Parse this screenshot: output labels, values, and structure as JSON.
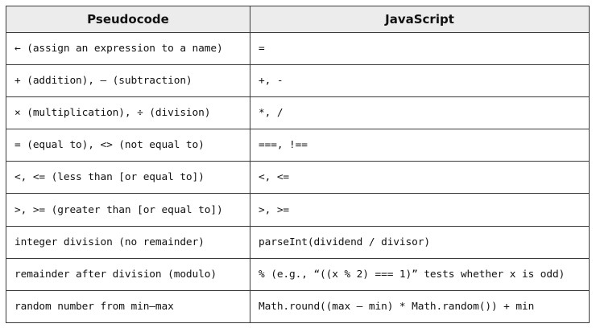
{
  "table": {
    "headers": [
      "Pseudocode",
      "JavaScript"
    ],
    "rows": [
      [
        "← (assign an expression to a name)",
        "="
      ],
      [
        "+ (addition), – (subtraction)",
        "+, -"
      ],
      [
        "× (multiplication), ÷ (division)",
        "*, /"
      ],
      [
        "= (equal to), <> (not equal to)",
        "===, !=="
      ],
      [
        "<, <= (less than [or equal to])",
        "<, <="
      ],
      [
        ">, >= (greater than [or equal to])",
        ">, >="
      ],
      [
        "integer division (no remainder)",
        "parseInt(dividend / divisor)"
      ],
      [
        "remainder after division (modulo)",
        "% (e.g., “((x % 2) === 1)” tests whether x is odd)"
      ],
      [
        "random number from min–max",
        "Math.round((max – min) * Math.random()) + min"
      ]
    ]
  }
}
